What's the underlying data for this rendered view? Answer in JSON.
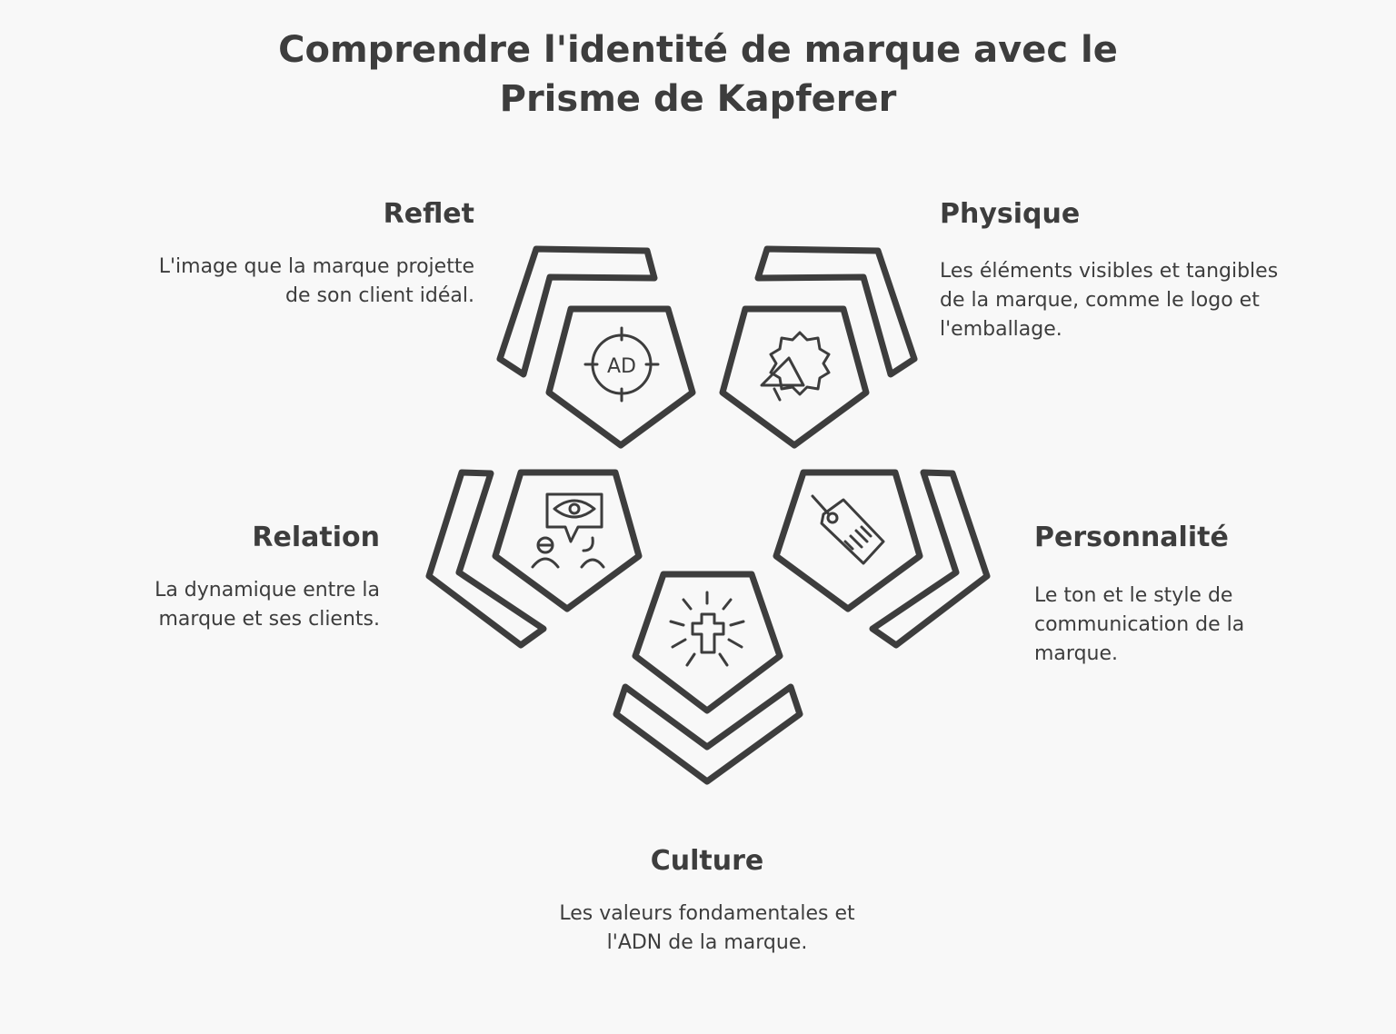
{
  "title": "Comprendre l'identité de marque avec le Prisme de Kapferer",
  "items": [
    {
      "heading": "Reflet",
      "description": "L'image que la marque projette de son client idéal.",
      "icon": "target-ad-icon"
    },
    {
      "heading": "Physique",
      "description": "Les éléments visibles et tangibles de la marque, comme le logo et l'emballage.",
      "icon": "megaphone-badge-icon"
    },
    {
      "heading": "Relation",
      "description": "La dynamique entre la marque et ses clients.",
      "icon": "eye-people-icon"
    },
    {
      "heading": "Personnalité",
      "description": "Le ton et le style de communication de la marque.",
      "icon": "price-tag-icon"
    },
    {
      "heading": "Culture",
      "description": "Les valeurs fondamentales et l'ADN de la marque.",
      "icon": "glowing-cross-icon"
    }
  ],
  "icon_labels": {
    "ad": "AD"
  },
  "colors": {
    "ink": "#3d3d3d",
    "background": "#f8f8f8"
  }
}
